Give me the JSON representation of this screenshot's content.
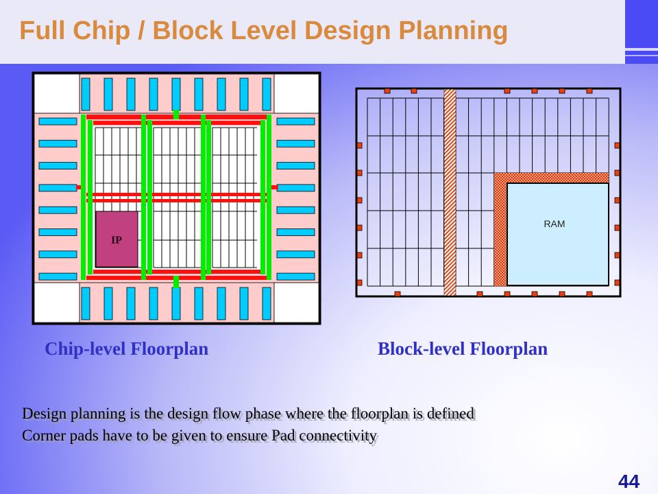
{
  "slide": {
    "title": "Full Chip / Block Level Design Planning",
    "page_number": "44"
  },
  "chip_floorplan": {
    "caption": "Chip-level Floorplan",
    "ip_label": "IP"
  },
  "block_floorplan": {
    "caption": "Block-level Floorplan",
    "ram_label": "RAM"
  },
  "bullets": [
    "Design planning is the design flow phase where the floorplan is defined",
    "Corner pads have to be given  to ensure Pad connectivity"
  ],
  "colors": {
    "title": "#d98a3d",
    "caption": "#3030c8",
    "pad": "#00ccff",
    "power_ring": "#ff1010",
    "power_strap": "#00ee00",
    "ip_block": "#c04080",
    "ram_block": "#cceeff"
  }
}
